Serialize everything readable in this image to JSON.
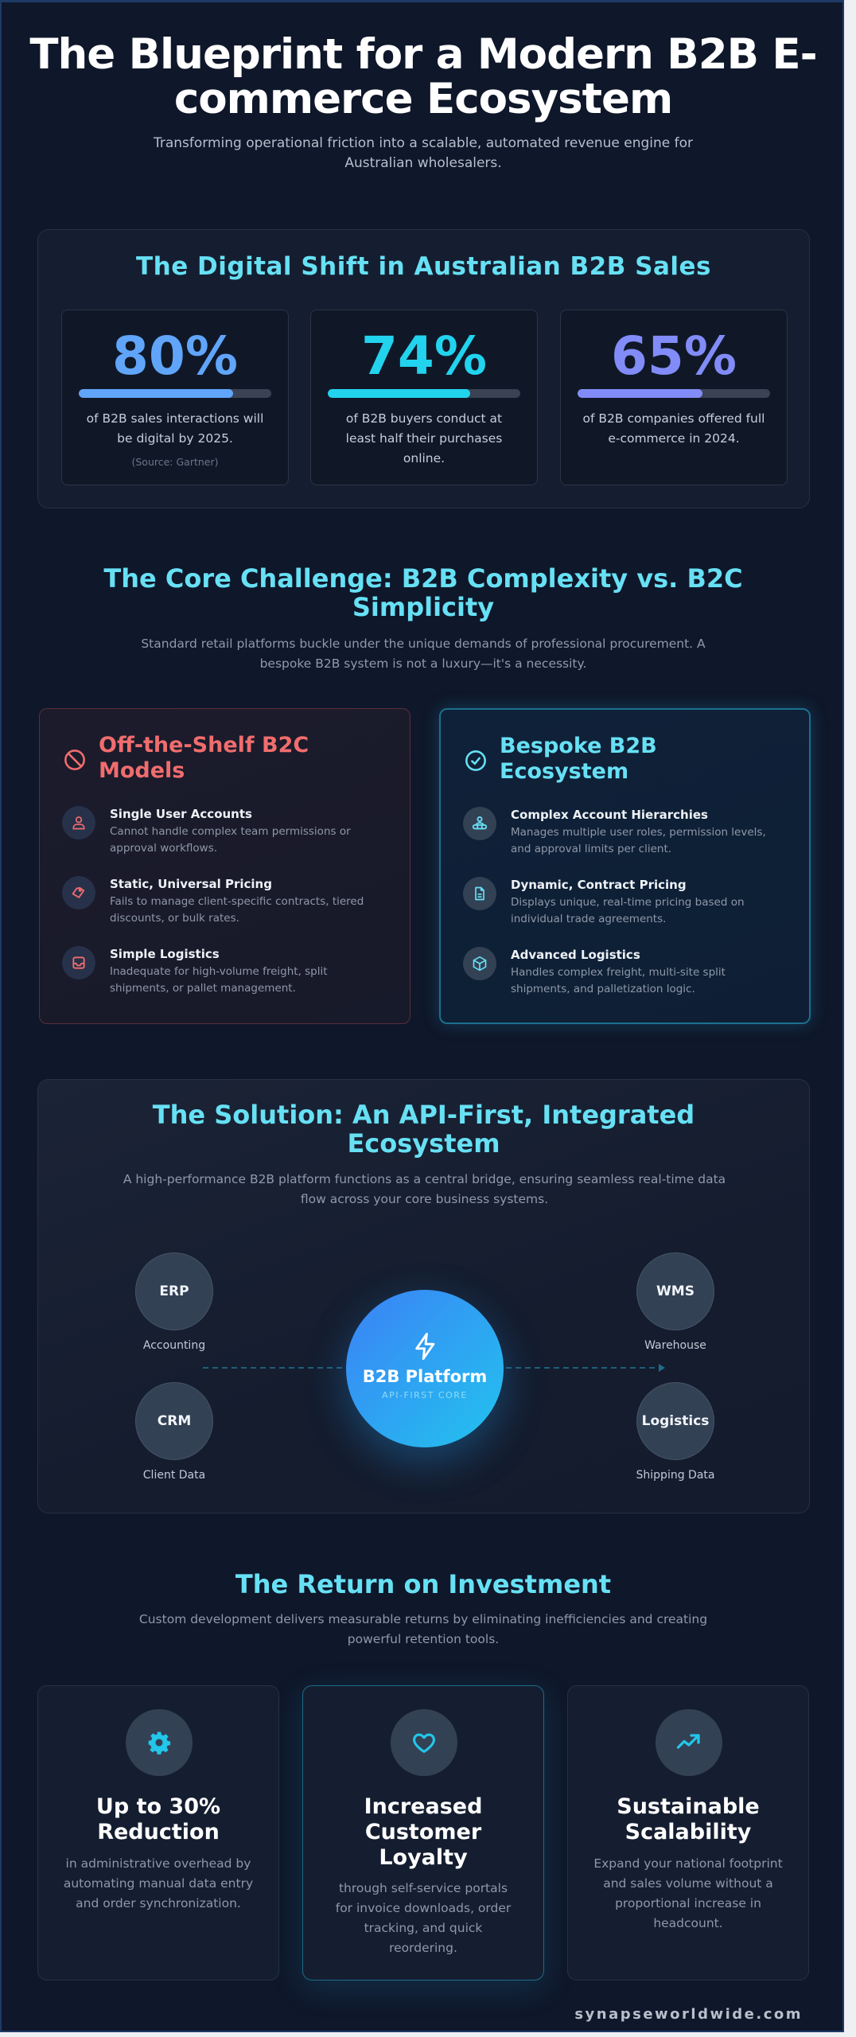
{
  "hero": {
    "title_line1": "The Blueprint for a Modern B2B E-",
    "title_line2": "commerce Ecosystem",
    "subtitle_line1": "Transforming operational friction into a scalable, automated revenue engine for",
    "subtitle_line2": "Australian wholesalers."
  },
  "digital_shift": {
    "title": "The Digital Shift in Australian B2B Sales",
    "stats": [
      {
        "value": "80%",
        "percent": 80,
        "color": "#60a5fa",
        "desc_line1": "of B2B sales interactions will",
        "desc_line2": "be digital by 2025.",
        "desc_line3": "",
        "source": "(Source: Gartner)"
      },
      {
        "value": "74%",
        "percent": 74,
        "color": "#22d3ee",
        "desc_line1": "of B2B buyers conduct at",
        "desc_line2": "least half their purchases",
        "desc_line3": "online.",
        "source": ""
      },
      {
        "value": "65%",
        "percent": 65,
        "color": "#818cf8",
        "desc_line1": "of B2B companies offered full",
        "desc_line2": "e-commerce in 2024.",
        "desc_line3": "",
        "source": ""
      }
    ]
  },
  "challenge": {
    "title_line1": "The Core Challenge: B2B Complexity vs. B2C",
    "title_line2": "Simplicity",
    "subtitle_line1": "Standard retail platforms buckle under the unique demands of professional procurement. A",
    "subtitle_line2": "bespoke B2B system is not a luxury—it's a necessity.",
    "b2c": {
      "title_line1": "Off-the-Shelf B2C",
      "title_line2": "Models",
      "accent": "#f06d6d",
      "icon": "ban-icon",
      "items": [
        {
          "icon": "user-icon",
          "title": "Single User Accounts",
          "desc_line1": "Cannot handle complex team permissions or",
          "desc_line2": "approval workflows."
        },
        {
          "icon": "tag-icon",
          "title": "Static, Universal Pricing",
          "desc_line1": "Fails to manage client-specific contracts, tiered",
          "desc_line2": "discounts, or bulk rates."
        },
        {
          "icon": "inbox-icon",
          "title": "Simple Logistics",
          "desc_line1": "Inadequate for high-volume freight, split",
          "desc_line2": "shipments, or pallet management."
        }
      ]
    },
    "b2b": {
      "title_line1": "Bespoke B2B",
      "title_line2": "Ecosystem",
      "accent": "#67e0f4",
      "icon": "check-circle-icon",
      "items": [
        {
          "icon": "users-hierarchy-icon",
          "title": "Complex Account Hierarchies",
          "desc_line1": "Manages multiple user roles, permission levels,",
          "desc_line2": "and approval limits per client."
        },
        {
          "icon": "document-icon",
          "title": "Dynamic, Contract Pricing",
          "desc_line1": "Displays unique, real-time pricing based on",
          "desc_line2": "individual trade agreements."
        },
        {
          "icon": "cube-icon",
          "title": "Advanced Logistics",
          "desc_line1": "Handles complex freight, multi-site split",
          "desc_line2": "shipments, and palletization logic."
        }
      ]
    }
  },
  "solution": {
    "title_line1": "The Solution: An API-First, Integrated",
    "title_line2": "Ecosystem",
    "subtitle_line1": "A high-performance B2B platform functions as a central bridge, ensuring seamless real-time data",
    "subtitle_line2": "flow across your core business systems.",
    "hub": {
      "icon": "lightning-icon",
      "title": "B2B Platform",
      "subtitle": "API-FIRST CORE"
    },
    "nodes": [
      {
        "name": "ERP",
        "label": "Accounting"
      },
      {
        "name": "CRM",
        "label": "Client Data"
      },
      {
        "name": "WMS",
        "label": "Warehouse"
      },
      {
        "name": "Logistics",
        "label": "Shipping Data"
      }
    ]
  },
  "roi": {
    "title": "The Return on Investment",
    "subtitle_line1": "Custom development delivers measurable returns by eliminating inefficiencies and creating",
    "subtitle_line2": "powerful retention tools.",
    "cards": [
      {
        "icon": "gear-icon",
        "title_line1": "Up to 30%",
        "title_line2": "Reduction",
        "title_line3": "",
        "desc_line1": "in administrative overhead by",
        "desc_line2": "automating manual data entry",
        "desc_line3": "and order synchronization.",
        "desc_line4": ""
      },
      {
        "icon": "heart-icon",
        "title_line1": "Increased",
        "title_line2": "Customer",
        "title_line3": "Loyalty",
        "desc_line1": "through self-service portals",
        "desc_line2": "for invoice downloads, order",
        "desc_line3": "tracking, and quick",
        "desc_line4": "reordering."
      },
      {
        "icon": "trending-up-icon",
        "title_line1": "Sustainable",
        "title_line2": "Scalability",
        "title_line3": "",
        "desc_line1": "Expand your national footprint",
        "desc_line2": "and sales volume without a",
        "desc_line3": "proportional increase in",
        "desc_line4": "headcount."
      }
    ]
  },
  "footer": {
    "brand": "synapseworldwide.com"
  },
  "colors": {
    "background": "#0f172a",
    "heading_accent": "#67e0f4",
    "negative_accent": "#f06d6d",
    "icon_accent": "#22c7ea"
  }
}
